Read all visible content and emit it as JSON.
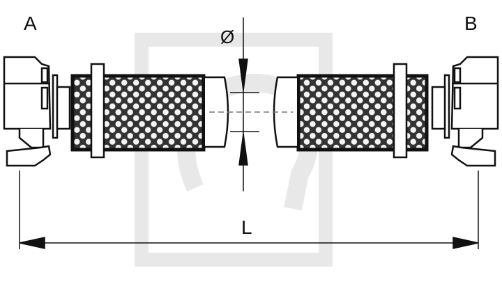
{
  "labels": {
    "end_a": "A",
    "end_b": "B",
    "diameter": "Ø",
    "length": "L"
  },
  "colors": {
    "line": "#111111",
    "watermark": "#e6e6e6"
  }
}
